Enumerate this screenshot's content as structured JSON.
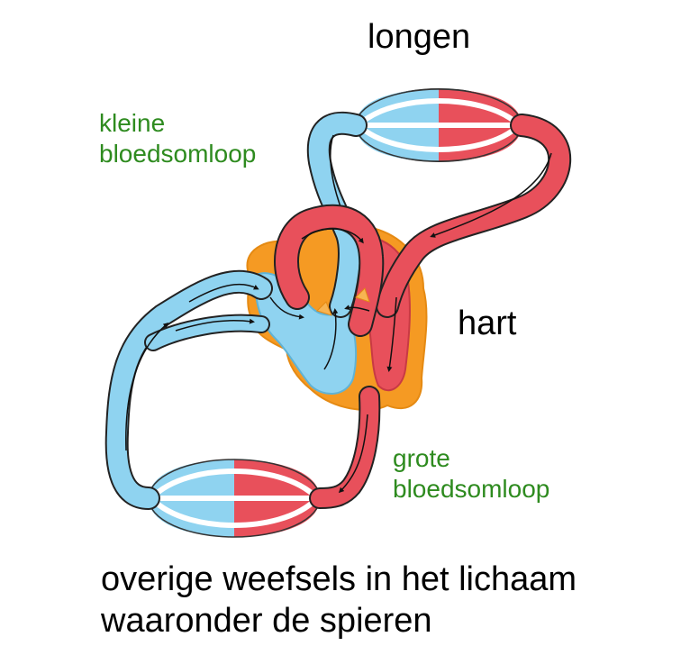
{
  "labels": {
    "longen": "longen",
    "kleine_line1": "kleine",
    "kleine_line2": "bloedsomloop",
    "hart": "hart",
    "grote_line1": "grote",
    "grote_line2": "bloedsomloop",
    "overige_line1": "overige weefsels in het lichaam",
    "overige_line2": "waaronder de spieren"
  },
  "colors": {
    "deoxygenated": "#8fd3f0",
    "oxygenated": "#e8505b",
    "heart_tissue": "#f59a23",
    "text_black": "#000000",
    "text_green": "#2e8b1f"
  }
}
